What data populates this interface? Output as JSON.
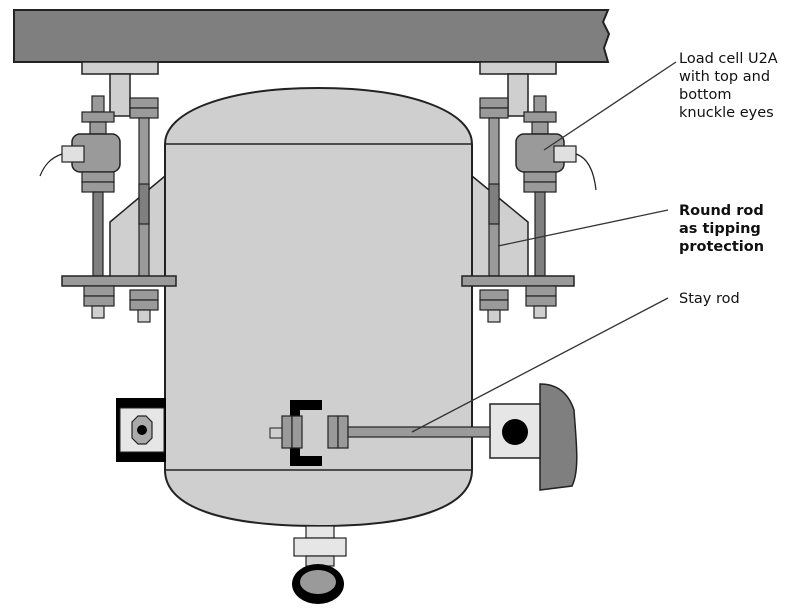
{
  "labels": {
    "load_cell": "Load cell U2A\nwith top and\nbottom\nknuckle eyes",
    "round_rod": "Round rod\nas tipping\nprotection",
    "stay_rod": "Stay rod"
  },
  "colors": {
    "steel": "#7f7f7f",
    "vessel": "#cfcfcf",
    "part": "#9a9a9a",
    "outline": "#222222",
    "black": "#000000"
  }
}
